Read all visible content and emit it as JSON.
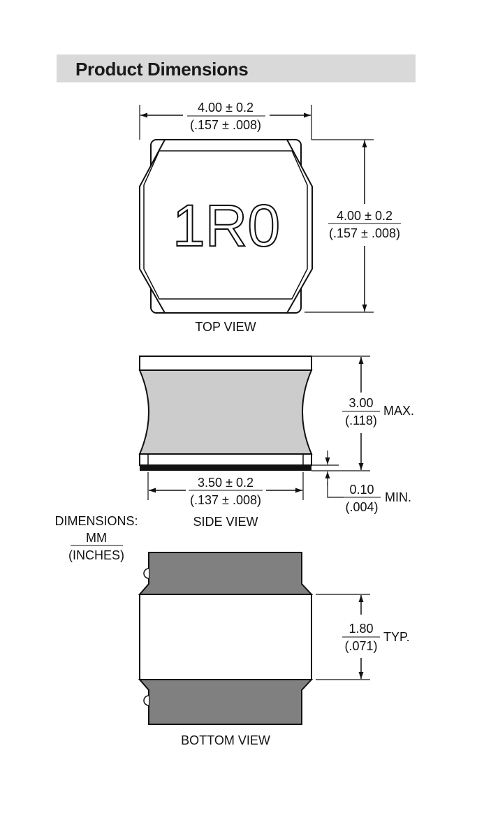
{
  "title": "Product Dimensions",
  "marking": "1R0",
  "views": {
    "top": "TOP VIEW",
    "side": "SIDE VIEW",
    "bottom": "BOTTOM VIEW"
  },
  "legend": {
    "heading": "DIMENSIONS:",
    "unit_mm": "MM",
    "unit_in": "(INCHES)"
  },
  "dims": {
    "top_width": {
      "mm": "4.00 ± 0.2",
      "in": "(.157 ± .008)"
    },
    "top_height": {
      "mm": "4.00 ± 0.2",
      "in": "(.157 ± .008)"
    },
    "side_height": {
      "mm": "3.00",
      "in": "(.118)",
      "note": "MAX."
    },
    "side_width": {
      "mm": "3.50 ± 0.2",
      "in": "(.137 ± .008)"
    },
    "side_gap": {
      "mm": "0.10",
      "in": "(.004)",
      "note": "MIN."
    },
    "bottom_pad": {
      "mm": "1.80",
      "in": "(.071)",
      "note": "TYP."
    }
  },
  "colors": {
    "header_bg": "#d9d9d9",
    "body_gray": "#cccccc",
    "terminal_gray": "#808080",
    "base_black": "#111111"
  }
}
